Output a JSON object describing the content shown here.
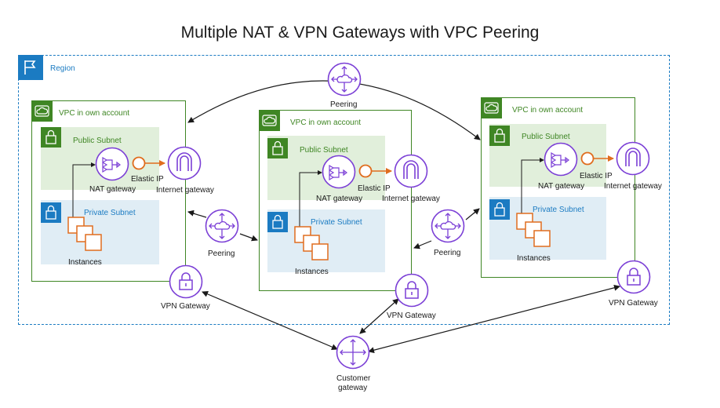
{
  "title": "Multiple NAT & VPN Gateways with VPC Peering",
  "region": {
    "label": "Region"
  },
  "vpcs": [
    {
      "label": "VPC in own account",
      "public_subnet": "Public Subnet",
      "private_subnet": "Private Subnet",
      "nat_gateway": "NAT gateway",
      "elastic_ip": "Elastic IP",
      "internet_gateway": "Internet gateway",
      "instances": "Instances",
      "vpn_gateway": "VPN Gateway"
    },
    {
      "label": "VPC in own account",
      "public_subnet": "Public Subnet",
      "private_subnet": "Private Subnet",
      "nat_gateway": "NAT gateway",
      "elastic_ip": "Elastic IP",
      "internet_gateway": "Internet gateway",
      "instances": "Instances",
      "vpn_gateway": "VPN Gateway"
    },
    {
      "label": "VPC in own account",
      "public_subnet": "Public Subnet",
      "private_subnet": "Private Subnet",
      "nat_gateway": "NAT gateway",
      "elastic_ip": "Elastic IP",
      "internet_gateway": "Internet gateway",
      "instances": "Instances",
      "vpn_gateway": "VPN Gateway"
    }
  ],
  "peering": {
    "top": "Peering",
    "left": "Peering",
    "right": "Peering"
  },
  "customer_gateway": {
    "label_line1": "Customer",
    "label_line2": "gateway"
  },
  "colors": {
    "region": "#1b7bc2",
    "vpc": "#3f8624",
    "public_subnet_bg": "#e1efdb",
    "private_subnet_bg": "#e0edf5",
    "gateway": "#7b3fd6",
    "nat_elastic": "#e06d1e",
    "instances": "#e06d1e",
    "arrow": "#1a1a1a"
  }
}
